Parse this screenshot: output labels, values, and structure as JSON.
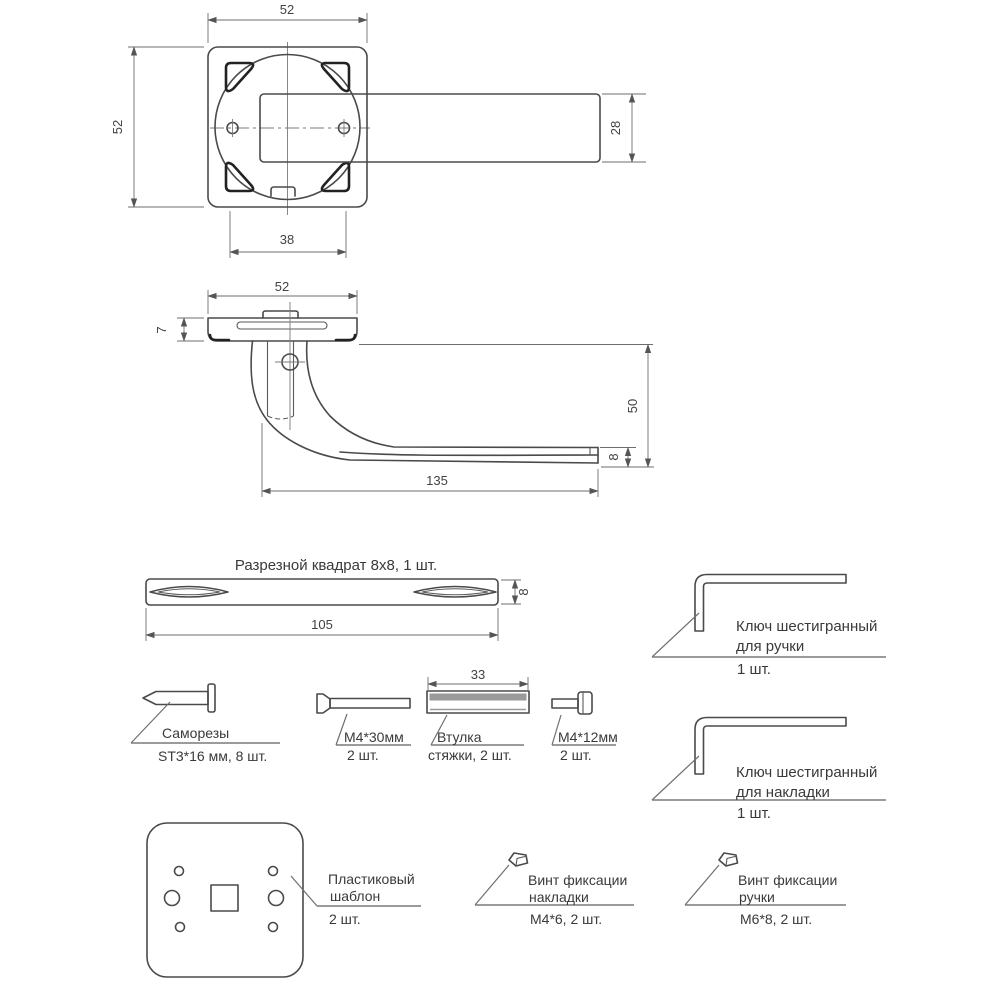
{
  "views": {
    "top": {
      "dim_width": "52",
      "dim_height": "52",
      "dim_handle_width": "28",
      "dim_hole_spacing": "38"
    },
    "side": {
      "dim_rosette_width": "52",
      "dim_rosette_thickness": "7",
      "dim_drop_height": "50",
      "dim_lever_thickness": "8",
      "dim_lever_length": "135"
    }
  },
  "parts": {
    "spindle": {
      "title": "Разрезной квадрат 8x8, 1 шт.",
      "dim_length": "105",
      "dim_section": "8"
    },
    "screws": {
      "name": "Саморезы",
      "spec": "ST3*16 мм, 8 шт."
    },
    "bolt_m4_30": {
      "name": "М4*30мм",
      "qty": "2 шт."
    },
    "sleeve": {
      "dim": "33",
      "name": "Втулка",
      "spec": "стяжки, 2 шт."
    },
    "bolt_m4_12": {
      "name": "М4*12мм",
      "qty": "2 шт."
    },
    "hex_key_handle": {
      "name1": "Ключ шестигранный",
      "name2": "для ручки",
      "qty": "1 шт."
    },
    "hex_key_plate": {
      "name1": "Ключ шестигранный",
      "name2": "для накладки",
      "qty": "1 шт."
    },
    "template": {
      "name1": "Пластиковый",
      "name2": "шаблон",
      "qty": "2 шт."
    },
    "set_screw_plate": {
      "name1": "Винт фиксации",
      "name2": "накладки",
      "spec": "М4*6, 2 шт."
    },
    "set_screw_handle": {
      "name1": "Винт фиксации",
      "name2": "ручки",
      "spec": "М6*8, 2 шт."
    }
  },
  "colors": {
    "line": "#4a4a4a",
    "accent": "#222222",
    "dimension": "#6e6e6e",
    "text": "#3a3a3a",
    "sleeve_shade": "#9a9a9a",
    "background": "#ffffff"
  }
}
